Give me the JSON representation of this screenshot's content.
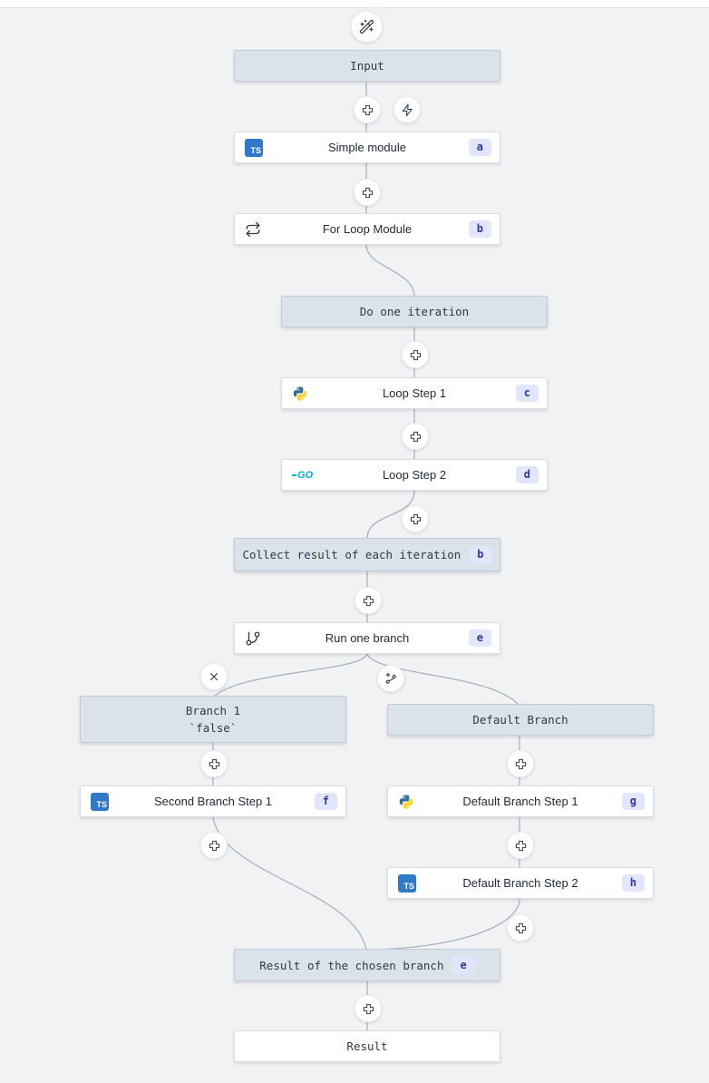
{
  "flow": {
    "input": {
      "label": "Input"
    },
    "simple_module": {
      "label": "Simple module",
      "badge": "a",
      "language": "typescript"
    },
    "for_loop_module": {
      "label": "For Loop Module",
      "badge": "b"
    },
    "do_one_iteration": {
      "label": "Do one iteration"
    },
    "loop_step_1": {
      "label": "Loop Step 1",
      "badge": "c",
      "language": "python"
    },
    "loop_step_2": {
      "label": "Loop Step 2",
      "badge": "d",
      "language": "go"
    },
    "collect_result": {
      "label": "Collect result of each iteration",
      "badge": "b"
    },
    "run_one_branch": {
      "label": "Run one branch",
      "badge": "e"
    },
    "branch_1": {
      "title": "Branch 1",
      "subtitle": "`false`"
    },
    "default_branch": {
      "label": "Default Branch"
    },
    "second_branch_step_1": {
      "label": "Second Branch Step 1",
      "badge": "f",
      "language": "typescript"
    },
    "default_branch_step_1": {
      "label": "Default Branch Step 1",
      "badge": "g",
      "language": "python"
    },
    "default_branch_step_2": {
      "label": "Default Branch Step 2",
      "badge": "h",
      "language": "typescript"
    },
    "result_of_chosen_branch": {
      "label": "Result of the chosen branch",
      "badge": "e"
    },
    "result": {
      "label": "Result"
    }
  },
  "language_icons": {
    "typescript_label": "TS",
    "go_label": "GO"
  },
  "colors": {
    "background": "#f1f2f4",
    "virtual_node_bg": "#dbe2ea",
    "virtual_node_border": "#c2ccd6",
    "module_node_bg": "#ffffff",
    "edge": "#a8aeb6",
    "badge_bg": "#e2e6fc",
    "badge_text": "#37349f",
    "typescript_blue": "#3178c6",
    "go_cyan": "#00acd7",
    "python_blue": "#366b98",
    "python_yellow": "#ffd43b"
  }
}
